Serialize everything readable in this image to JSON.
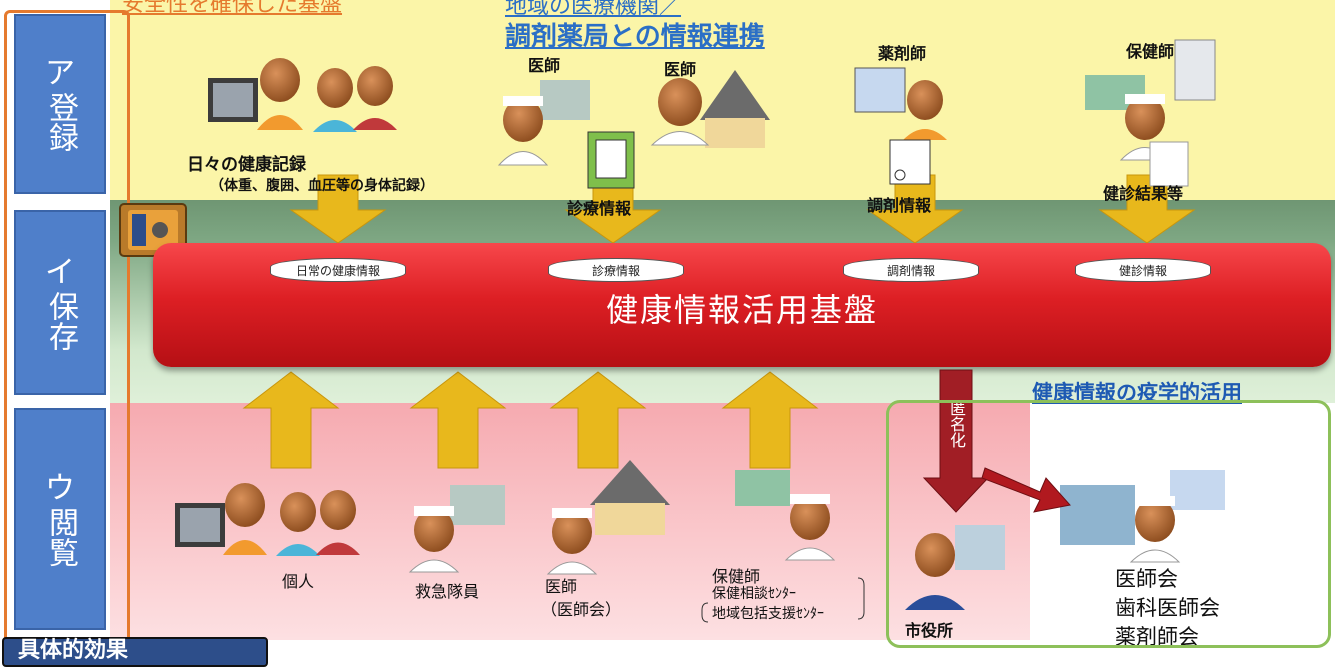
{
  "captions": {
    "secure_base": "安全性を確保した基盤",
    "regional_line1": "地域の医療機関／",
    "regional_line2": "調剤薬局との情報連携",
    "epidemiology": "健康情報の疫学的活用"
  },
  "side_labels": [
    {
      "key": "ア",
      "text": "登録"
    },
    {
      "key": "イ",
      "text": "保存"
    },
    {
      "key": "ウ",
      "text": "閲覧"
    }
  ],
  "platform": {
    "title": "健康情報活用基盤",
    "stores": [
      "日常の健康情報",
      "診療情報",
      "調剤情報",
      "健診情報"
    ]
  },
  "register": {
    "daily_record": "日々の健康記録",
    "daily_record_sub": "（体重、腹囲、血圧等の身体記録）",
    "doctor1": "医師",
    "doctor2": "医師",
    "pharmacist": "薬剤師",
    "health_nurse": "保健師",
    "medical_info": "診療情報",
    "dispensing_info": "調剤情報",
    "checkup_results": "健診結果等"
  },
  "view": {
    "individual": "個人",
    "paramedic": "救急隊員",
    "doctor": "医師",
    "doctor_assoc": "（医師会）",
    "nurse": "保健師",
    "nurse_center1": "保健相談ｾﾝﾀｰ",
    "nurse_center2": "地域包括支援ｾﾝﾀｰ",
    "city_hall": "市役所",
    "anonymize": "匿名化",
    "assoc1": "医師会",
    "assoc2": "歯科医師会",
    "assoc3": "薬剤師会"
  },
  "effect_box": "具体的効果",
  "colors": {
    "platform": "#dd1f24",
    "side": "#4f7fca",
    "arrow": "#e8b81c",
    "orange": "#e57a2e",
    "blue": "#2b6fc6"
  }
}
